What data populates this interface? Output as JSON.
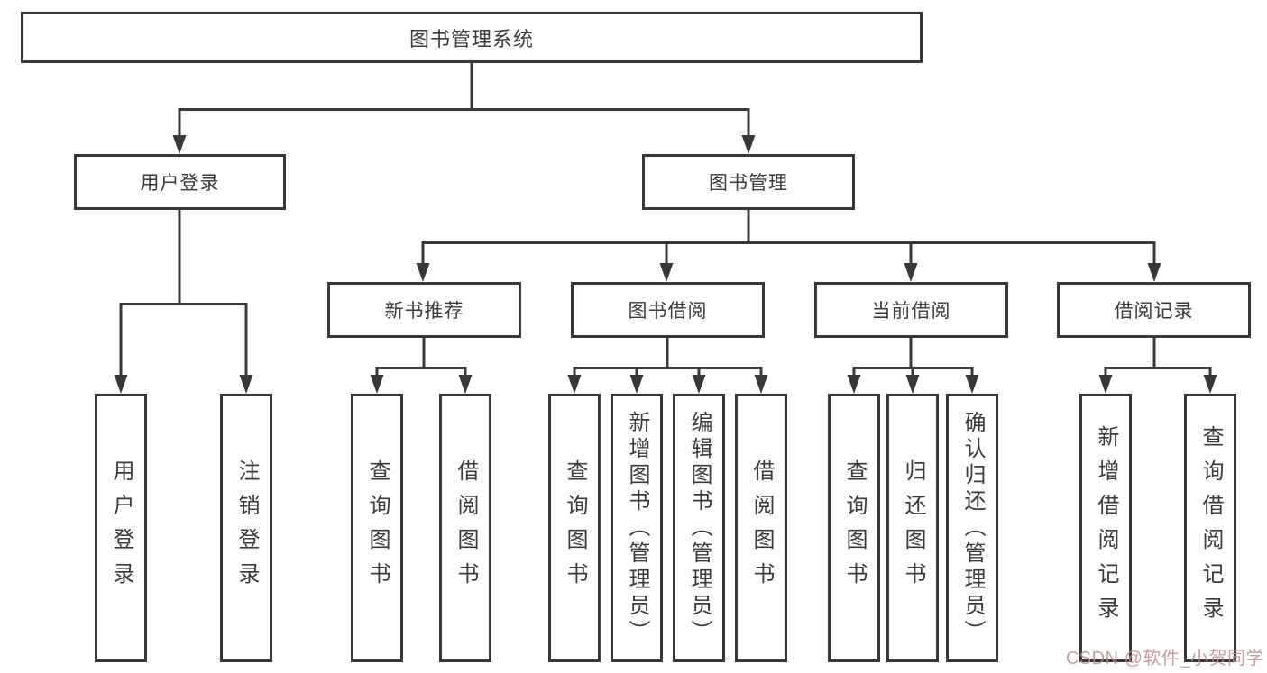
{
  "diagram": {
    "root": {
      "label": "图书管理系统"
    },
    "branches": {
      "user_login": {
        "label": "用户登录",
        "children": [
          {
            "label": "用户登录"
          },
          {
            "label": "注销登录"
          }
        ]
      },
      "book_management": {
        "label": "图书管理",
        "children": [
          {
            "label": "新书推荐",
            "children": [
              {
                "label": "查询图书"
              },
              {
                "label": "借阅图书"
              }
            ]
          },
          {
            "label": "图书借阅",
            "children": [
              {
                "label": "查询图书"
              },
              {
                "label": "新增图书（管理员）"
              },
              {
                "label": "编辑图书（管理员）"
              },
              {
                "label": "借阅图书"
              }
            ]
          },
          {
            "label": "当前借阅",
            "children": [
              {
                "label": "查询图书"
              },
              {
                "label": "归还图书"
              },
              {
                "label": "确认归还（管理员）"
              }
            ]
          },
          {
            "label": "借阅记录",
            "children": [
              {
                "label": "新增借阅记录"
              },
              {
                "label": "查询借阅记录"
              }
            ]
          }
        ]
      }
    },
    "watermark": "CSDN @软件_小贺同学",
    "colors": {
      "line": "#383838",
      "text": "#3a3a3a",
      "background": "#ffffff",
      "watermark": "#be8c8c"
    }
  }
}
